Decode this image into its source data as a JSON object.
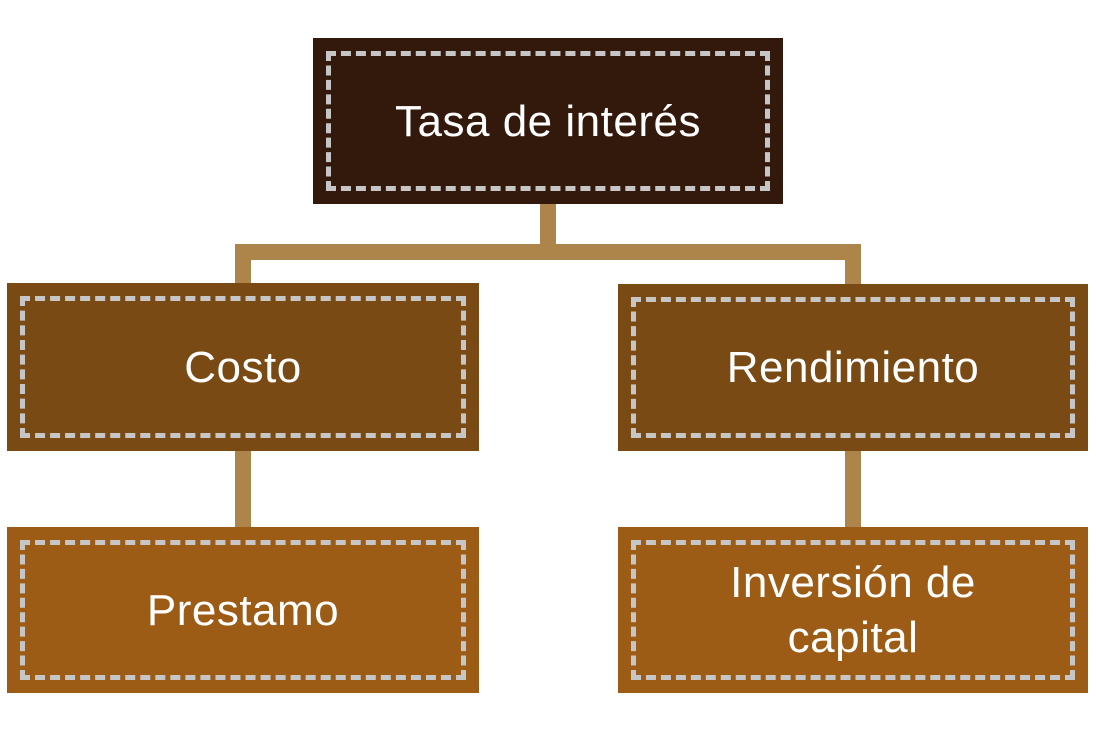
{
  "diagram": {
    "type": "hierarchy",
    "nodes": {
      "root": {
        "id": "root",
        "label": "Tasa de interés",
        "level": 1
      },
      "costo": {
        "id": "costo",
        "label": "Costo",
        "level": 2
      },
      "rendimiento": {
        "id": "rendimiento",
        "label": "Rendimiento",
        "level": 2
      },
      "prestamo": {
        "id": "prestamo",
        "label": "Prestamo",
        "level": 3
      },
      "inversion": {
        "id": "inversion",
        "label": "Inversión de capital",
        "level": 3
      }
    },
    "edges": [
      {
        "from": "root",
        "to": "costo"
      },
      {
        "from": "root",
        "to": "rendimiento"
      },
      {
        "from": "costo",
        "to": "prestamo"
      },
      {
        "from": "rendimiento",
        "to": "inversion"
      }
    ],
    "colors": {
      "root_fill": "#33190b",
      "mid_fill": "#7a4a14",
      "leaf_fill": "#9d5c15",
      "connector": "#ad8449",
      "dash_border": "#c6c6c6",
      "text": "#ffffff",
      "background": "#ffffff"
    }
  }
}
